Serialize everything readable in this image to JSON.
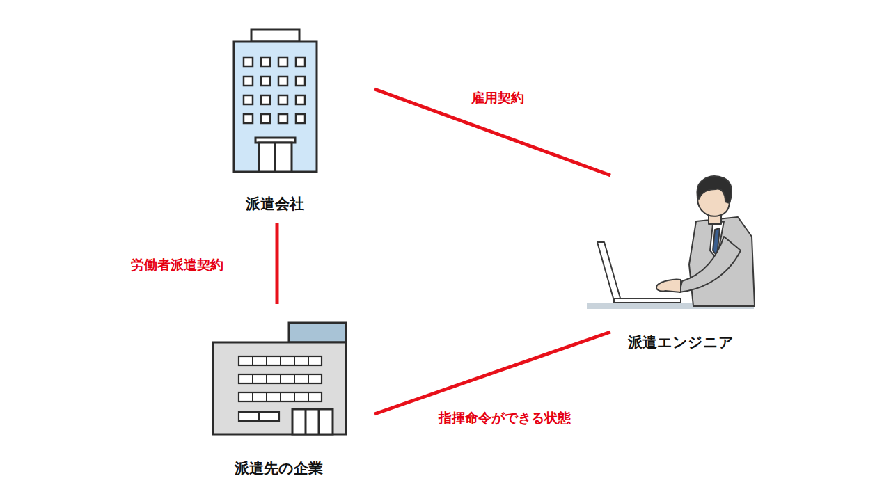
{
  "diagram": {
    "nodes": [
      {
        "text": [
          "派遣会社"
        ]
      },
      {
        "text": [
          "派遣先の企業"
        ]
      },
      {
        "text": [
          "派遣エンジニア"
        ]
      }
    ],
    "edges": [
      {
        "from": 0,
        "to": 2,
        "arrow": "none",
        "label": "雇用契約"
      },
      {
        "from": 0,
        "to": 1,
        "arrow": "none",
        "label": "労働者派遣契約"
      },
      {
        "from": 1,
        "to": 2,
        "arrow": "none",
        "label": "指揮命令ができる状態"
      }
    ]
  }
}
